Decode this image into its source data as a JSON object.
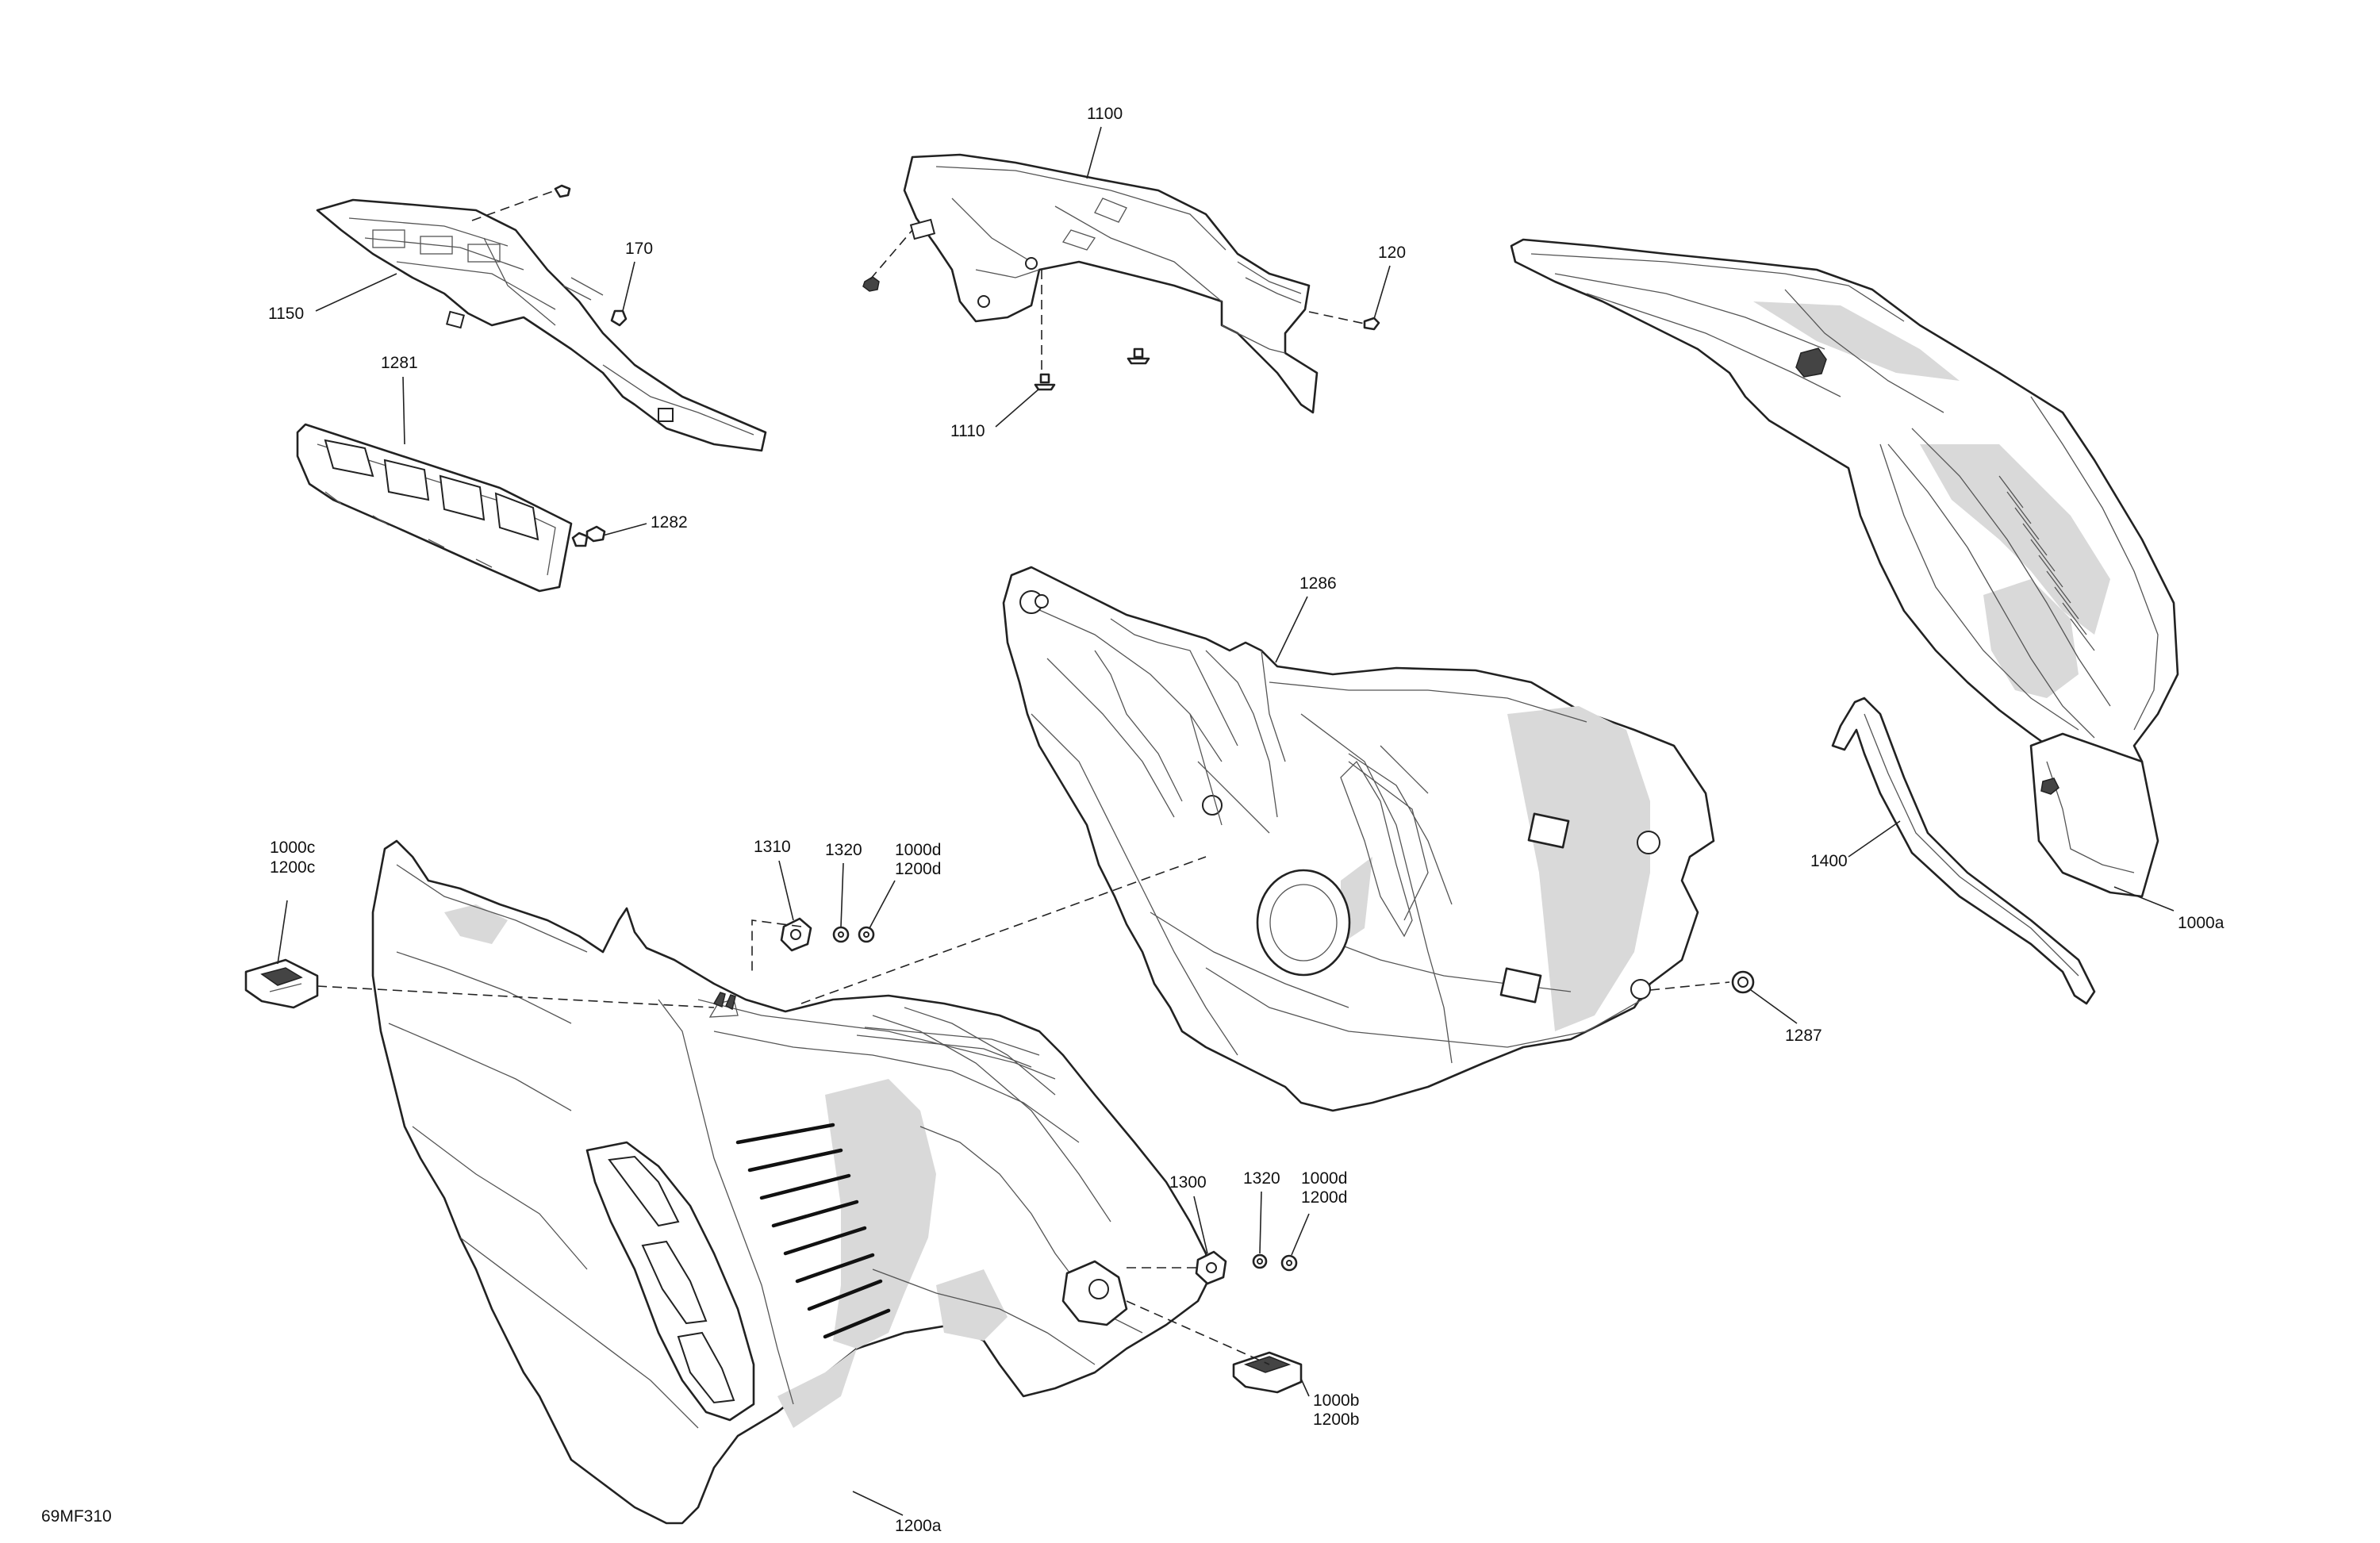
{
  "drawing_code": "69MF310",
  "callouts": {
    "c1100": "1100",
    "c1150": "1150",
    "c170": "170",
    "c120": "120",
    "c1110": "1110",
    "c1281": "1281",
    "c1282": "1282",
    "c1286": "1286",
    "c1287": "1287",
    "c1310": "1310",
    "c1320a": "1320",
    "c1000d_a": "1000d",
    "c1200d_a": "1200d",
    "c1000c": "1000c",
    "c1200c": "1200c",
    "c1300": "1300",
    "c1320b": "1320",
    "c1000d_b": "1000d",
    "c1200d_b": "1200d",
    "c1000b": "1000b",
    "c1200b": "1200b",
    "c1200a": "1200a",
    "c1400": "1400",
    "c1000a": "1000a"
  }
}
